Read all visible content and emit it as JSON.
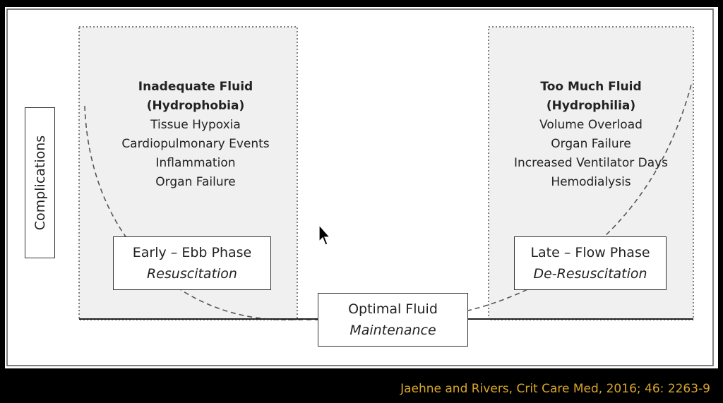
{
  "y_axis_label": "Complications",
  "left_region": {
    "heading_line1": "Inadequate Fluid",
    "heading_line2": "(Hydrophobia)",
    "items": [
      "Tissue Hypoxia",
      "Cardiopulmonary Events",
      "Inflammation",
      "Organ Failure"
    ],
    "phase_title": "Early – Ebb Phase",
    "phase_subtitle": "Resuscitation"
  },
  "center_region": {
    "title": "Optimal Fluid",
    "subtitle": "Maintenance"
  },
  "right_region": {
    "heading_line1": "Too Much Fluid",
    "heading_line2": "(Hydrophilia)",
    "items": [
      "Volume Overload",
      "Organ Failure",
      "Increased Ventilator Days",
      "Hemodialysis"
    ],
    "phase_title": "Late – Flow Phase",
    "phase_subtitle": "De-Resuscitation"
  },
  "citation": "Jaehne and Rivers, Crit Care Med, 2016; 46: 2263-9",
  "colors": {
    "region_fill": "#f0f0f0",
    "citation": "#d8a52a",
    "line": "#333333"
  }
}
